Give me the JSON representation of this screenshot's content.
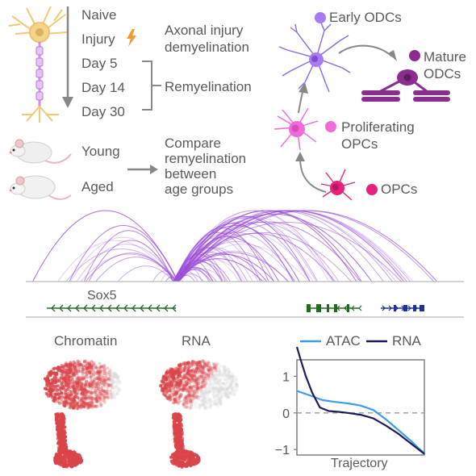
{
  "timeline": {
    "steps": [
      "Naive",
      "Injury",
      "Day 5",
      "Day 14",
      "Day 30"
    ],
    "injury_label": "Axonal injury\ndemyelination",
    "remyelination_label": "Remyelination"
  },
  "mice": {
    "young_label": "Young",
    "aged_label": "Aged",
    "compare_label": "Compare\nremyelination\nbetween\nage groups"
  },
  "lineage": {
    "early_odcs": "Early ODCs",
    "mature_odcs": "Mature\nODCs",
    "proliferating_opcs": "Proliferating\nOPCs",
    "opcs": "OPCs",
    "colors": {
      "early_odcs": "#a87cf0",
      "mature_odcs": "#8b2c8f",
      "proliferating_opcs": "#f06bd7",
      "opcs": "#e8227a"
    }
  },
  "genome_track": {
    "gene_label": "Sox5",
    "link_color": "#9b4fd8",
    "gene_color": "#1f6b1f",
    "gene2_color": "#1f2f9b"
  },
  "umaps": {
    "chromatin_title": "Chromatin",
    "rna_title": "RNA",
    "color": "#d9454a"
  },
  "chart_data": {
    "type": "line",
    "xlabel": "Trajectory",
    "ylabel": "",
    "yticks": [
      1,
      0,
      -1
    ],
    "ylim": [
      -1.15,
      1.45
    ],
    "xlim": [
      0,
      1
    ],
    "reference_line_y": 0,
    "series": [
      {
        "name": "ATAC",
        "color": "#3d9be9",
        "x": [
          0.0,
          0.1,
          0.2,
          0.3,
          0.4,
          0.5,
          0.6,
          0.7,
          0.8,
          0.9,
          0.95,
          1.0
        ],
        "y": [
          0.6,
          0.48,
          0.35,
          0.3,
          0.26,
          0.2,
          0.08,
          -0.18,
          -0.48,
          -0.78,
          -0.95,
          -1.1
        ]
      },
      {
        "name": "RNA",
        "color": "#1a1a5e",
        "x": [
          0.0,
          0.03,
          0.07,
          0.12,
          0.18,
          0.25,
          0.32,
          0.4,
          0.5,
          0.6,
          0.7,
          0.8,
          0.9,
          1.0
        ],
        "y": [
          1.8,
          1.45,
          1.0,
          0.55,
          0.15,
          0.05,
          0.03,
          0.0,
          -0.05,
          -0.15,
          -0.35,
          -0.58,
          -0.85,
          -1.12
        ]
      }
    ]
  }
}
